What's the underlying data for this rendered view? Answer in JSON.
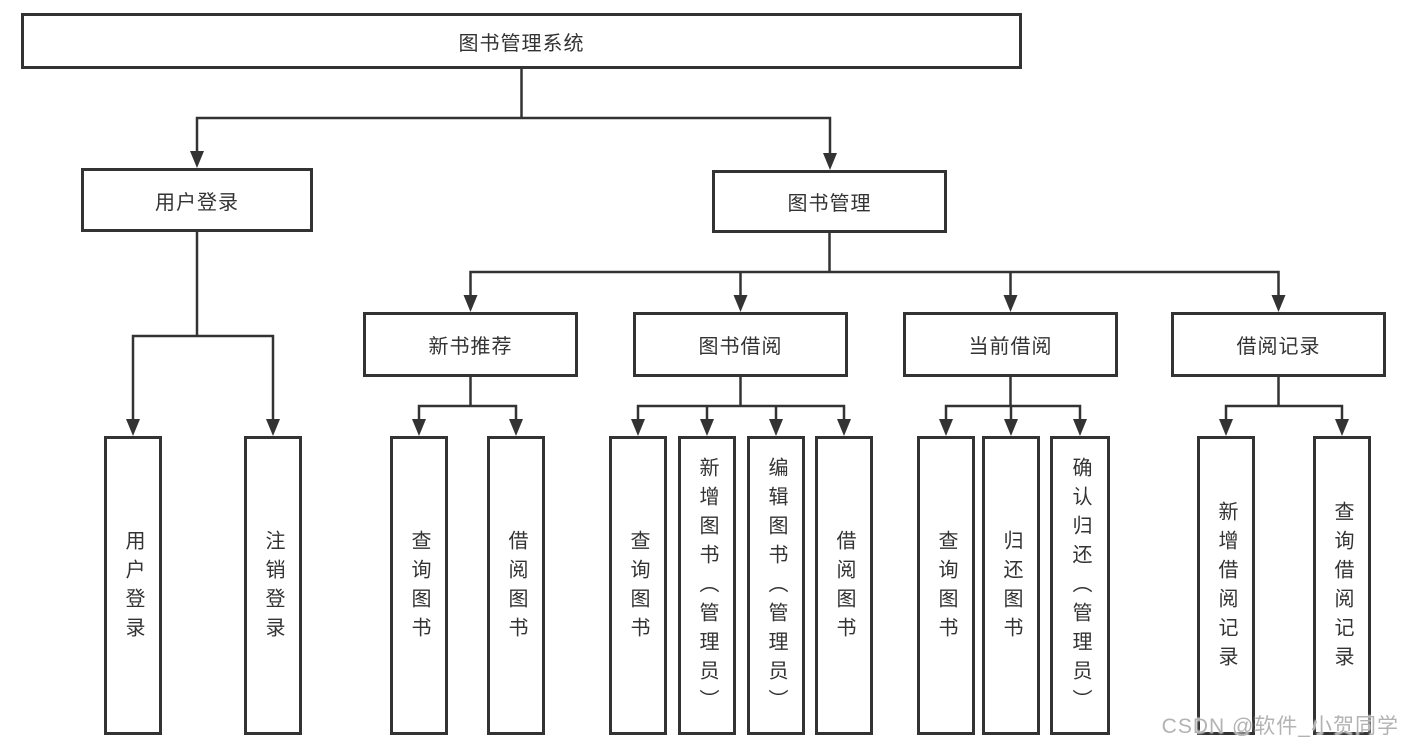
{
  "colors": {
    "border": "#333333",
    "line": "#333333",
    "text": "#333333",
    "background": "#ffffff",
    "watermark_text": "#b3b3b3"
  },
  "watermark": {
    "text": "CSDN @软件_小贺同学"
  },
  "tree": {
    "root": {
      "label": "图书管理系统"
    },
    "branches": [
      {
        "label": "用户登录",
        "children": [
          {
            "label": "用户登录"
          },
          {
            "label": "注销登录"
          }
        ]
      },
      {
        "label": "图书管理",
        "children": [
          {
            "label": "新书推荐",
            "children": [
              {
                "label": "查询图书"
              },
              {
                "label": "借阅图书"
              }
            ]
          },
          {
            "label": "图书借阅",
            "children": [
              {
                "label": "查询图书"
              },
              {
                "label": "新增图书（管理员）"
              },
              {
                "label": "编辑图书（管理员）"
              },
              {
                "label": "借阅图书"
              }
            ]
          },
          {
            "label": "当前借阅",
            "children": [
              {
                "label": "查询图书"
              },
              {
                "label": "归还图书"
              },
              {
                "label": "确认归还（管理员）"
              }
            ]
          },
          {
            "label": "借阅记录",
            "children": [
              {
                "label": "新增借阅记录"
              },
              {
                "label": "查询借阅记录"
              }
            ]
          }
        ]
      }
    ]
  }
}
